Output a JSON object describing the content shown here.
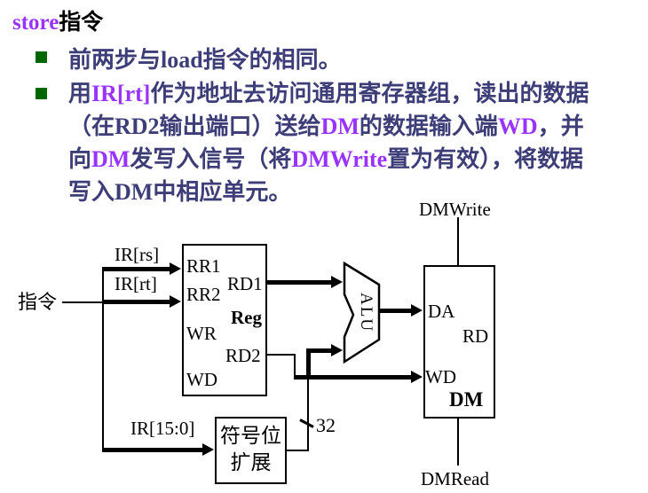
{
  "slide": {
    "title": {
      "accent": "store",
      "rest": "指令"
    },
    "bullets": {
      "b1": {
        "text": "前两步与load指令的相同。"
      },
      "b2": {
        "l1": {
          "s0": "用",
          "k0": "IR[rt]",
          "s1": "作为地址去访问通用寄存器组，读出的数据"
        },
        "l2": {
          "s0": "（在RD2输出端口）送给",
          "k0": "DM",
          "s1": "的数据输入端",
          "k1": "WD",
          "s2": "，并"
        },
        "l3": {
          "s0": "向",
          "k0": "DM",
          "s1": "发写入信号（将",
          "k1": "DMWrite",
          "s2": "置为有效），将数据"
        },
        "l4": {
          "s0": "写入DM中相应单元。"
        }
      }
    }
  },
  "diagram": {
    "labels": {
      "instruction": "指令",
      "ir_rs": "IR[rs]",
      "ir_rt": "IR[rt]",
      "ir_imm": "IR[15:0]",
      "rr1": "RR1",
      "rd1": "RD1",
      "rr2": "RR2",
      "reg": "Reg",
      "wr": "WR",
      "rd2": "RD2",
      "reg_wd": "WD",
      "alu": "ALU",
      "da": "DA",
      "rd": "RD",
      "dm_wd": "WD",
      "dm": "DM",
      "dmwrite": "DMWrite",
      "dmread": "DMRead",
      "bus_width": "32",
      "signext_line1": "符号位",
      "signext_line2": "扩展"
    }
  },
  "colors": {
    "background": "#FFFFFF",
    "body_text": "#3D3D78",
    "keyword_violet": "#9933FF",
    "bullet_green": "#006600",
    "diagram_ink": "#000000"
  }
}
